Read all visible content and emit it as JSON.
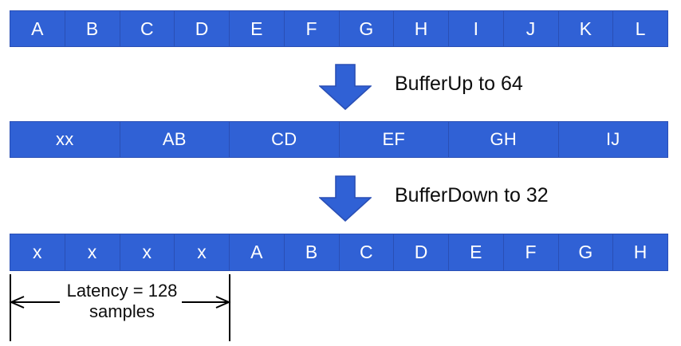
{
  "diagram": {
    "title": "Buffer latency diagram",
    "accent_color": "#3061D5",
    "accent_border_color": "#2A4FB5",
    "arrow_fill_color": "#3061D5",
    "arrow_outline_color": "#2A4FB5",
    "text_color": "#0d0d0d"
  },
  "rows": [
    {
      "name": "input-buffer-row",
      "cells": [
        "A",
        "B",
        "C",
        "D",
        "E",
        "F",
        "G",
        "H",
        "I",
        "J",
        "K",
        "L"
      ]
    },
    {
      "name": "bufferup-row",
      "cells": [
        "xx",
        "AB",
        "CD",
        "EF",
        "GH",
        "IJ"
      ]
    },
    {
      "name": "bufferdown-row",
      "cells": [
        "x",
        "x",
        "x",
        "x",
        "A",
        "B",
        "C",
        "D",
        "E",
        "F",
        "G",
        "H"
      ]
    }
  ],
  "arrows": [
    {
      "name": "bufferup-arrow",
      "caption": "BufferUp to 64"
    },
    {
      "name": "bufferdown-arrow",
      "caption": "BufferDown to 32"
    }
  ],
  "latency": {
    "line1": "Latency = 128",
    "line2": "samples",
    "full_text": "Latency = 128 samples"
  }
}
